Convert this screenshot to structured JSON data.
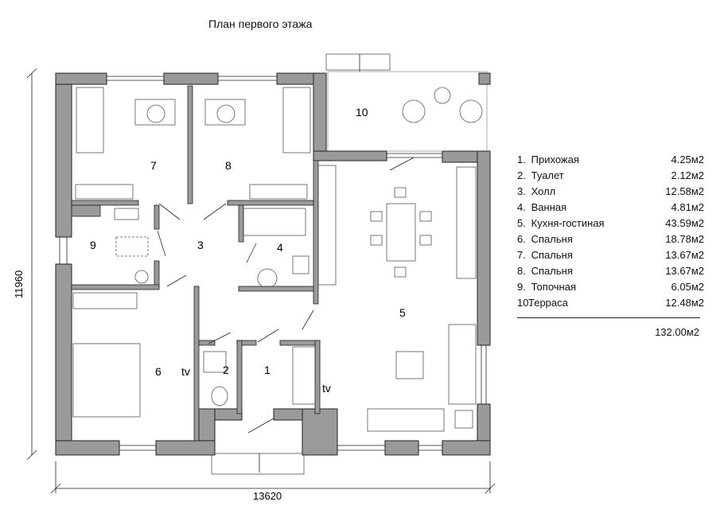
{
  "title": "План первого этажа",
  "dimensions": {
    "width": "13620",
    "height": "11960"
  },
  "rooms": [
    {
      "num": "1",
      "name": "Прихожая",
      "area": "4.25м2"
    },
    {
      "num": "2",
      "name": "Туалет",
      "area": "2.12м2"
    },
    {
      "num": "3",
      "name": "Холл",
      "area": "12.58м2"
    },
    {
      "num": "4",
      "name": "Ванная",
      "area": "4.81м2"
    },
    {
      "num": "5",
      "name": "Кухня-гостиная",
      "area": "43.59м2"
    },
    {
      "num": "6",
      "name": "Спальня",
      "area": "18.78м2"
    },
    {
      "num": "7",
      "name": "Спальня",
      "area": "13.67м2"
    },
    {
      "num": "8",
      "name": "Спальня",
      "area": "13.67м2"
    },
    {
      "num": "9",
      "name": "Топочная",
      "area": "6.05м2"
    },
    {
      "num": "10",
      "name": "Терраса",
      "area": "12.48м2"
    }
  ],
  "legend": [
    {
      "num": "1.",
      "name": "Прихожая",
      "area": "4.25м2"
    },
    {
      "num": "2.",
      "name": "Туалет",
      "area": "2.12м2"
    },
    {
      "num": "3.",
      "name": "Холл",
      "area": "12.58м2"
    },
    {
      "num": "4.",
      "name": "Ванная",
      "area": "4.81м2"
    },
    {
      "num": "5.",
      "name": "Кухня-гостиная",
      "area": "43.59м2"
    },
    {
      "num": "6.",
      "name": "Спальня",
      "area": "18.78м2"
    },
    {
      "num": "7.",
      "name": "Спальня",
      "area": "13.67м2"
    },
    {
      "num": "8.",
      "name": "Спальня",
      "area": "13.67м2"
    },
    {
      "num": "9.",
      "name": "Топочная",
      "area": "6.05м2"
    },
    {
      "num": "10.",
      "name": "Терраса",
      "area": "12.48м2"
    }
  ],
  "total_area": "132.00м2",
  "tv_label": "tv",
  "colors": {
    "wall": "#9a9a9a",
    "line": "#222222",
    "furniture": "#555555"
  }
}
